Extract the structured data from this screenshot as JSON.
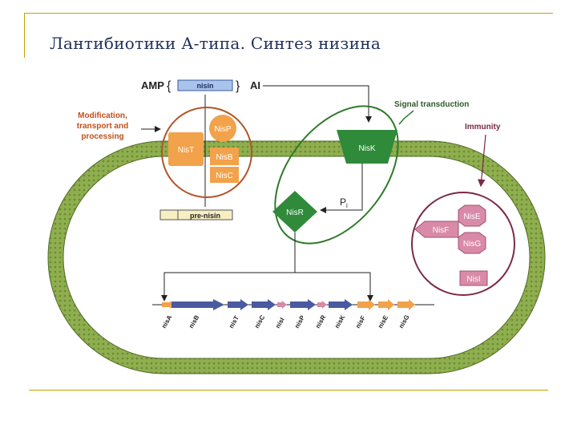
{
  "slide": {
    "title": "Лантибиотики А-типа. Синтез низина"
  },
  "diagram": {
    "amp": "AMP",
    "nisin": "nisin",
    "ai": "AI",
    "modification_lines": [
      "Modification,",
      "transport and",
      "processing"
    ],
    "signal_transduction": "Signal transduction",
    "immunity": "Immunity",
    "prenisin": "pre-nisin",
    "phosphate": "P",
    "phosphate_sub": "i",
    "proteins": {
      "nisT": "NisT",
      "nisP": "NisP",
      "nisB": "NisB",
      "nisC": "NisC",
      "nisK": "NisK",
      "nisR": "NisR",
      "nisE": "NisE",
      "nisF": "NisF",
      "nisG": "NisG",
      "nisI": "NisI"
    },
    "genes": [
      "nisA",
      "nisB",
      "nisT",
      "nisC",
      "nisI",
      "nisP",
      "nisR",
      "nisK",
      "nisF",
      "nisE",
      "nisG"
    ]
  },
  "colors": {
    "membrane": "#8fae4e",
    "orange": "#f2a24a",
    "green_protein": "#2f8a3a",
    "pink": "#d98aa8",
    "circle_red": "#b0552a",
    "circle_green": "#2f7a2a",
    "circle_maroon": "#7a2a45",
    "gene_blue": "#4a5aa0"
  }
}
